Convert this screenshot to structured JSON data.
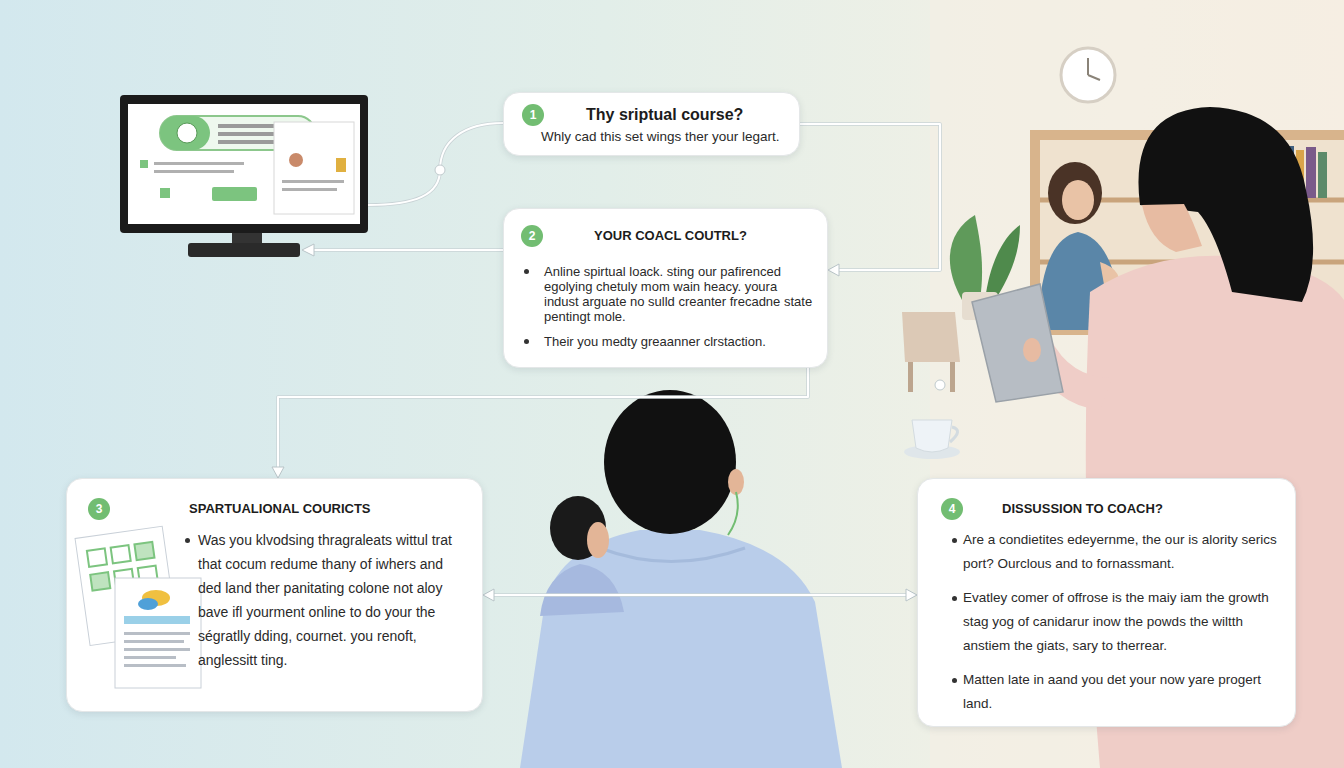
{
  "diagram": {
    "nodes": [
      {
        "text": [
          "1",
          "Thy sriptual course?",
          "Whly cad this set wings ther your legart."
        ]
      },
      {
        "text": [
          "2",
          "YOUR COACL COUTRL?",
          "Anline spirtual loack. sting our pafirenced egolying chetuly mom wain heacy. youra indust arguate no sulld creanter frecadne state pentingt mole.",
          "Their you medty greaanner clrstaction."
        ]
      },
      {
        "text": [
          "3",
          "SPARTUALIONAL COURICTS",
          "Was you klvodsing thragraleats wittul trat that cocum redume thany of iwhers and ded land ther panitating colone not aloy bave ifl yourment online to do your the ségratlly dding, cournet. you renoft, anglessitt ting."
        ]
      },
      {
        "text": [
          "4",
          "DISSUSSION TO COACH?",
          "Are a condietites edeyernme, the our is alority serics port? Ourclous and to fornassmant.",
          "Evatley comer of offrose is the maiy iam the growth stag yog of canidarur inow the powds the wiltth anstiem the giats, sary to therrear.",
          "Matten late in aand you det your now yare progert land."
        ]
      }
    ],
    "edges": [
      {
        "from": 0,
        "to": 1,
        "arrow": "to"
      },
      {
        "from": 1,
        "to": 2,
        "arrow": "to"
      },
      {
        "from": 2,
        "to": 3,
        "arrow": "both"
      }
    ]
  }
}
